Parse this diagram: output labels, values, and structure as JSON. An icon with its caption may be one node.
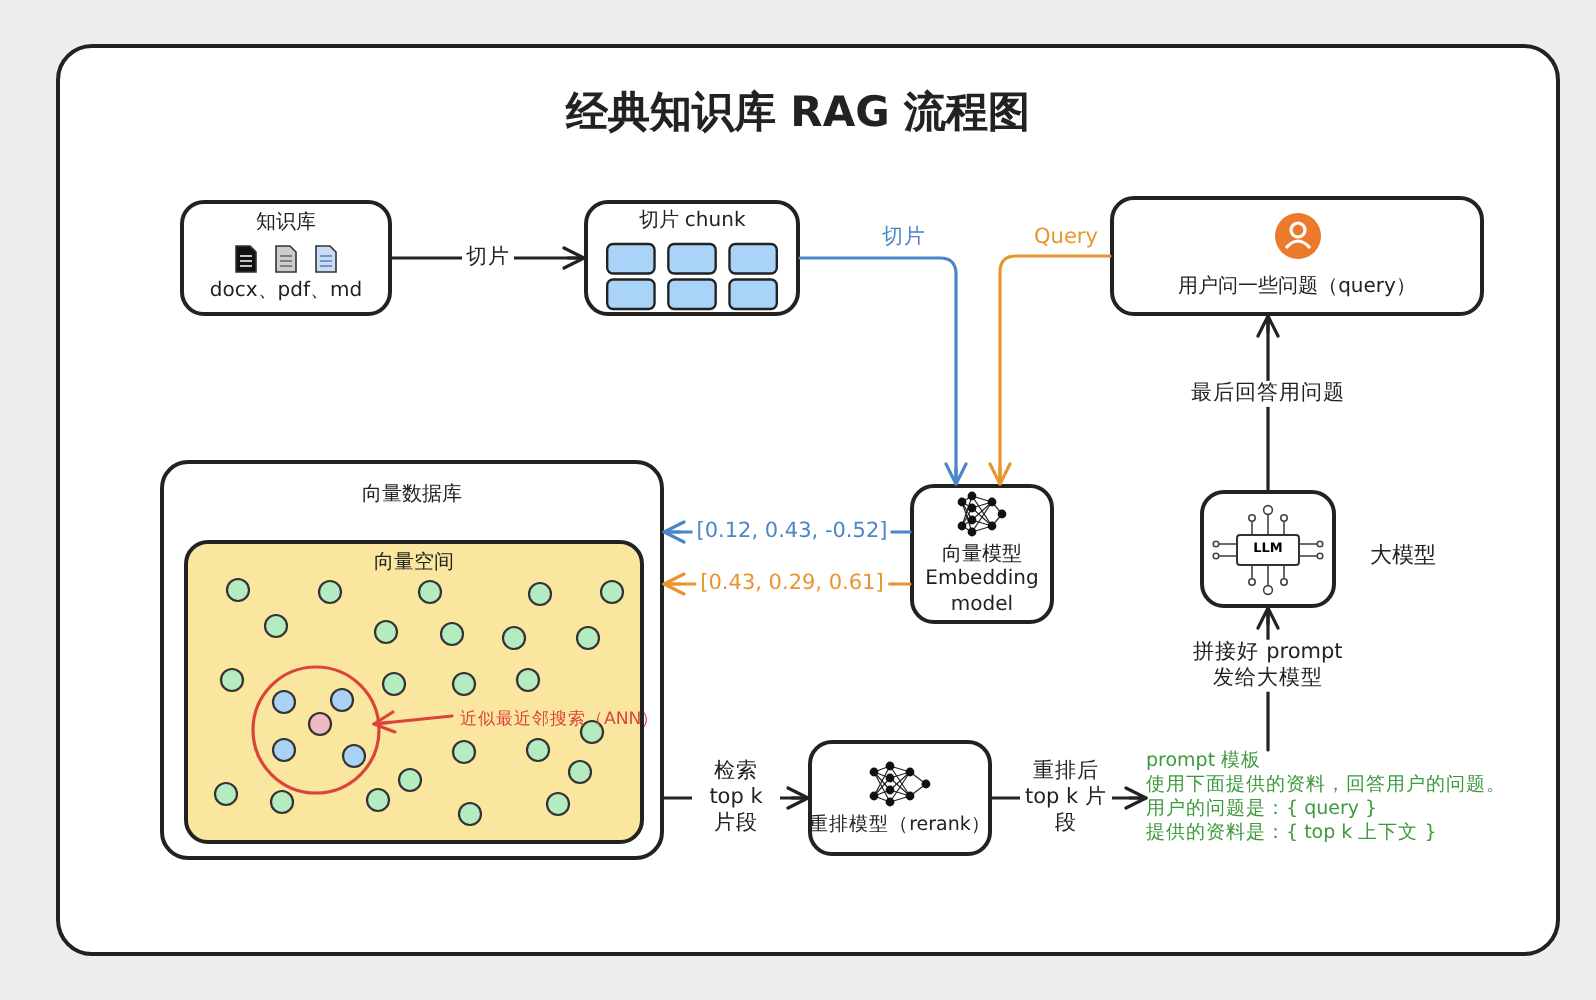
{
  "diagram": {
    "title": "经典知识库 RAG 流程图",
    "nodes": [
      {
        "text": [
          "知识库",
          "docx、pdf、md"
        ]
      },
      {
        "text": [
          "切片 chunk"
        ]
      },
      {
        "text": [
          "用户问一些问题（query）"
        ]
      },
      {
        "text": [
          "向量模型 Embedding model"
        ]
      },
      {
        "text": [
          "LLM"
        ],
        "beside": [
          "大模型"
        ]
      },
      {
        "text": [
          "向量数据库"
        ]
      },
      {
        "text": [
          "向量空间"
        ],
        "in": 5
      },
      {
        "text": [],
        "shape": "circle",
        "in": 6
      },
      {
        "text": [
          "近似最近邻搜索（ANN）"
        ],
        "in": 6
      },
      {
        "text": [
          "重排模型（rerank）"
        ]
      },
      {
        "text": [
          "prompt 模板",
          "使用下面提供的资料，回答用户的问题。",
          "用户的问题是：{ query }",
          "提供的资料是：{ top k 上下文 }"
        ]
      }
    ],
    "edges": [
      {
        "from": 0,
        "to": 1,
        "arrow": "to",
        "label": "切片"
      },
      {
        "from": 1,
        "to": 3,
        "arrow": "to",
        "label": "切片",
        "color": "#4a86c8"
      },
      {
        "from": 2,
        "to": 3,
        "arrow": "to",
        "label": "Query",
        "color": "#e8952f"
      },
      {
        "from": 3,
        "to": 5,
        "arrow": "to",
        "label": "[0.12, 0.43, -0.52]",
        "color": "#4a86c8"
      },
      {
        "from": 3,
        "to": 5,
        "arrow": "to",
        "label": "[0.43, 0.29, 0.61]",
        "color": "#e8952f"
      },
      {
        "from": 8,
        "to": 7,
        "arrow": "to",
        "color": "#d9453a"
      },
      {
        "from": 5,
        "to": 9,
        "arrow": "to",
        "label": "检索 top k 片段"
      },
      {
        "from": 9,
        "to": 10,
        "arrow": "to",
        "label": "重排后 top k 片段"
      },
      {
        "from": 10,
        "to": 4,
        "arrow": "to",
        "label": "拼接好 prompt 发给大模型"
      },
      {
        "from": 4,
        "to": 2,
        "arrow": "to",
        "label": "最后回答用问题"
      }
    ]
  }
}
